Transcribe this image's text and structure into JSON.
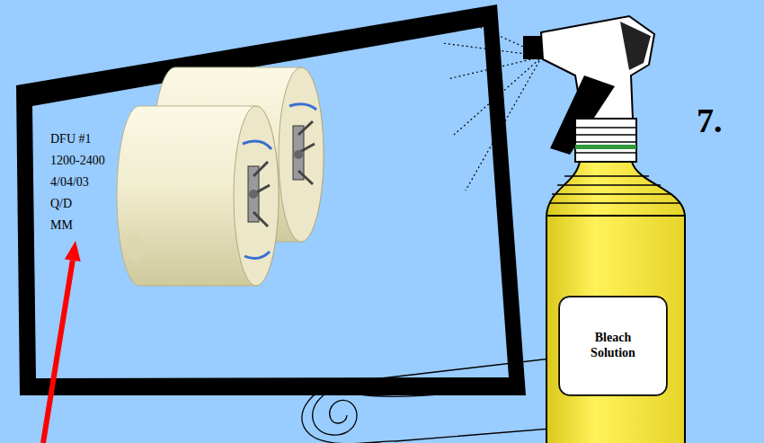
{
  "diagram": {
    "nodes": [
      {
        "text": [
          "Bleach Solution"
        ]
      }
    ],
    "labels": [
      "DFU #1",
      "1200-2400",
      "4/04/03",
      "Q/D",
      "MM",
      "7."
    ]
  }
}
